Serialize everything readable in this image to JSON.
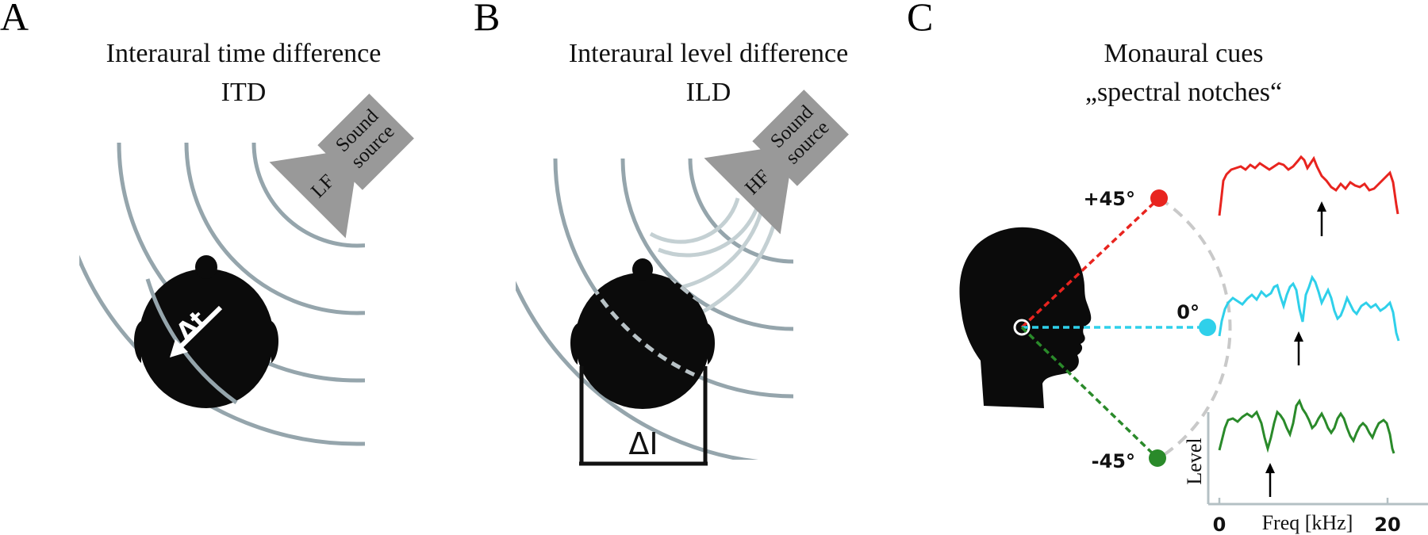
{
  "panels": {
    "A": {
      "letter": "A",
      "title_line1": "Interaural time difference",
      "title_line2": "ITD",
      "source_line1": "Sound",
      "source_line2": "source",
      "source_freq": "LF",
      "delta_label": "Δt"
    },
    "B": {
      "letter": "B",
      "title_line1": "Interaural level difference",
      "title_line2": "ILD",
      "source_line1": "Sound",
      "source_line2": "source",
      "source_freq": "HF",
      "delta_label": "ΔI"
    },
    "C": {
      "letter": "C",
      "title_line1": "Monaural cues",
      "title_line2": "„spectral notches“",
      "angles": [
        {
          "label": "+45°",
          "color": "#e8241f"
        },
        {
          "label": "0°",
          "color": "#2fd0ea"
        },
        {
          "label": "-45°",
          "color": "#2a8a2a"
        }
      ],
      "axis": {
        "ylabel": "Level",
        "xlabel": "Freq [kHz]",
        "x_min_label": "0",
        "x_max_label": "20"
      }
    }
  },
  "colors": {
    "wave": "#95a5ac",
    "wave_faint": "#c4d0d3",
    "speaker": "#999999",
    "head": "#0b0b0b",
    "arc": "#c9c9c9",
    "axis": "#b4c0c4"
  }
}
